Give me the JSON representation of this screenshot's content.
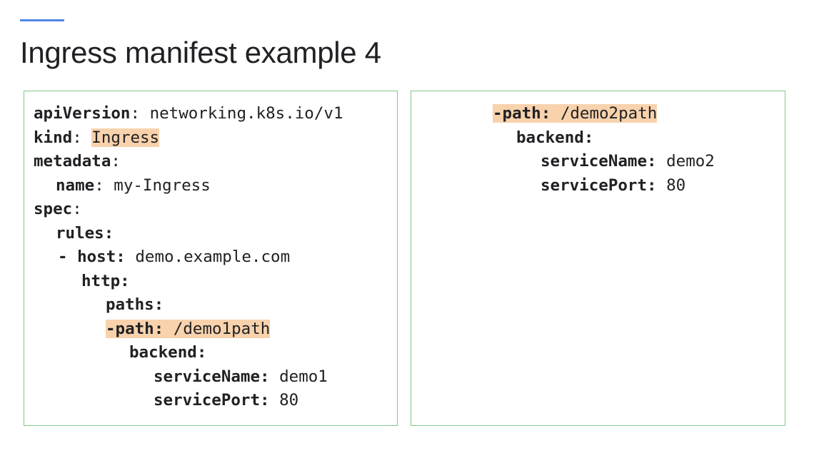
{
  "slide": {
    "title": "Ingress manifest example 4",
    "accent_color": "#4f86e8",
    "box_border_color": "#7fc98a",
    "highlight_color": "#f8d2ac"
  },
  "left_panel": {
    "lines": [
      {
        "key": "apiVersion",
        "sep": ": ",
        "value": "networking.k8s.io/v1"
      },
      {
        "key": "kind",
        "sep": ": ",
        "value": "Ingress"
      },
      {
        "key": "metadata",
        "sep": ":"
      },
      {
        "key": "name",
        "sep": ": ",
        "value": "my-Ingress"
      },
      {
        "key": "spec",
        "sep": ":"
      },
      {
        "key": "rules:"
      },
      {
        "key": "- host:",
        "value": "demo.example.com"
      },
      {
        "key": "http:"
      },
      {
        "key": "paths:"
      },
      {
        "key": "-path:",
        "value": "/demo1path"
      },
      {
        "key": "backend:"
      },
      {
        "key": "serviceName:",
        "value": "demo1"
      },
      {
        "key": "servicePort:",
        "value": "80"
      }
    ]
  },
  "right_panel": {
    "lines": [
      {
        "key": "-path:",
        "value": "/demo2path"
      },
      {
        "key": "backend:"
      },
      {
        "key": "serviceName:",
        "value": "demo2"
      },
      {
        "key": "servicePort:",
        "value": "80"
      }
    ]
  }
}
